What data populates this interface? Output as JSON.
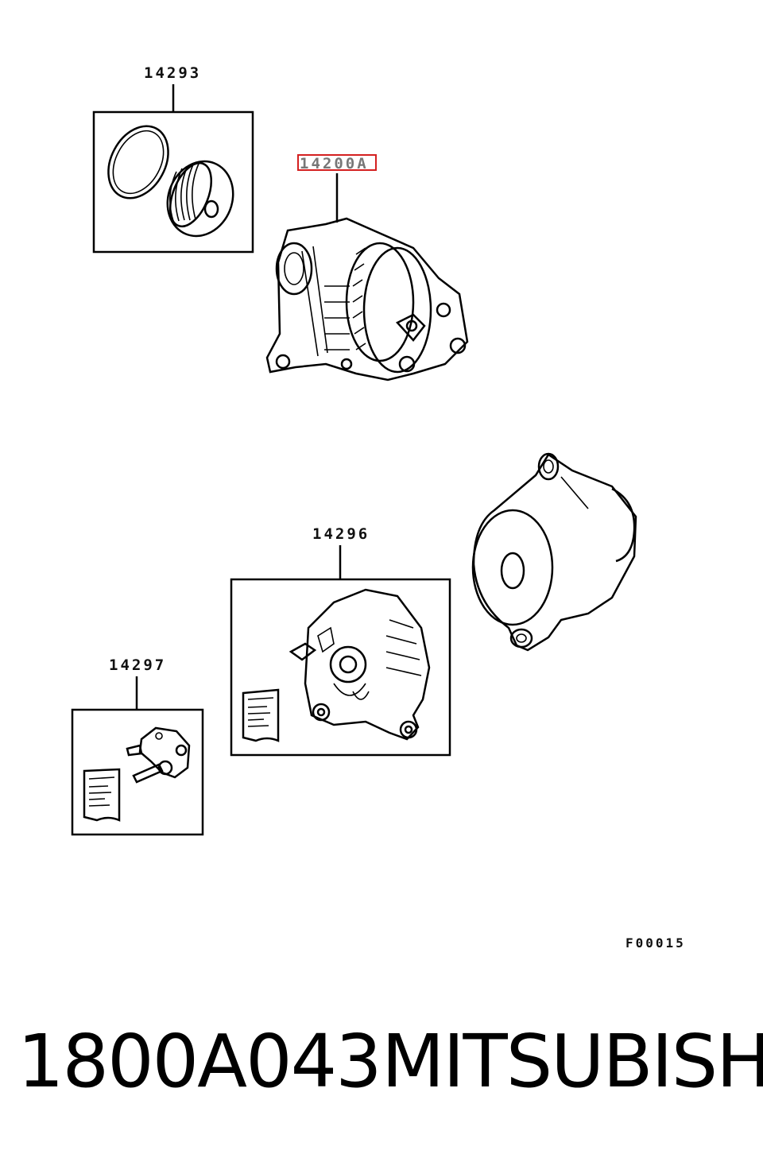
{
  "labels": {
    "pulley_kit": "14293",
    "alternator_assy": "14200A",
    "rectifier_kit": "14296",
    "regulator_kit": "14297",
    "figure_code": "F00015"
  },
  "highlight_color": "#d42020",
  "footer": {
    "part_number": "1800A043",
    "brand": "MITSUBISHI"
  }
}
